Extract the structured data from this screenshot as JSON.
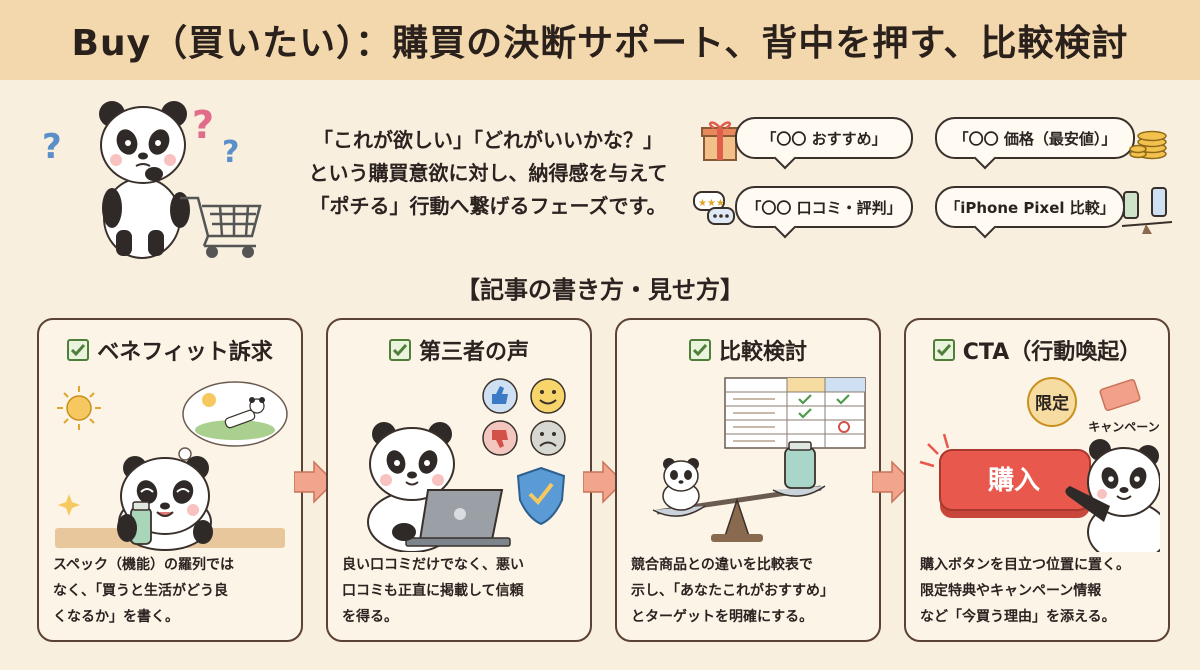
{
  "title": "Buy（買いたい）：購買の決断サポート、背中を押す、比較検討",
  "intro_lines": [
    "「これが欲しい」「どれがいいかな？」",
    "という購買意欲に対し、納得感を与えて",
    "「ポチる」行動へ繋げるフェーズです。"
  ],
  "search_bubbles": [
    "「〇〇 おすすめ」",
    "「〇〇 価格（最安値）」",
    "「〇〇 口コミ・評判」",
    "「iPhone Pixel 比較」"
  ],
  "section_heading": "【記事の書き方・見せ方】",
  "cards": [
    {
      "title": "ベネフィット訴求",
      "desc_lines": [
        "スペック（機能）の羅列では",
        "なく、「買うと生活がどう良",
        "くなるか」を書く。"
      ]
    },
    {
      "title": "第三者の声",
      "desc_lines": [
        "良い口コミだけでなく、悪い",
        "口コミも正直に掲載して信頼",
        "を得る。"
      ]
    },
    {
      "title": "比較検討",
      "desc_lines": [
        "競合商品との違いを比較表で",
        "示し、「あなたこれがおすすめ」",
        "とターゲットを明確にする。"
      ]
    },
    {
      "title": "CTA（行動喚起）",
      "desc_lines": [
        "購入ボタンを目立つ位置に置く。",
        "限定特典やキャンペーン情報",
        "など「今買う理由」を添える。"
      ],
      "badge": "限定",
      "campaign": "キャンペーン",
      "button": "購入"
    }
  ],
  "colors": {
    "title_band": "#f4d8ad",
    "background": "#f8efdf",
    "card_border": "#5b4235",
    "arrow": "#f0a58c",
    "check": "#4f7d3a",
    "cta_button": "#e9584c"
  }
}
